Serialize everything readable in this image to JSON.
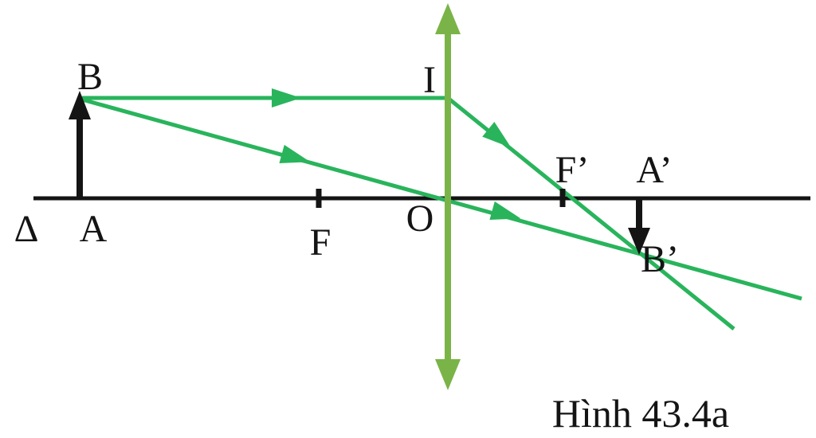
{
  "figure": {
    "caption": "Hình 43.4a",
    "labels": {
      "axis_delta": "Δ",
      "object_tip": "B",
      "object_base": "A",
      "focal_left": "F",
      "lens_center": "O",
      "incidence_point": "I",
      "focal_right": "F’",
      "image_base": "A’",
      "image_tip": "B’"
    },
    "colors": {
      "ray_green": "#29b45c",
      "lens_green": "#7ab448",
      "ink_black": "#141414",
      "background": "#ffffff"
    }
  }
}
